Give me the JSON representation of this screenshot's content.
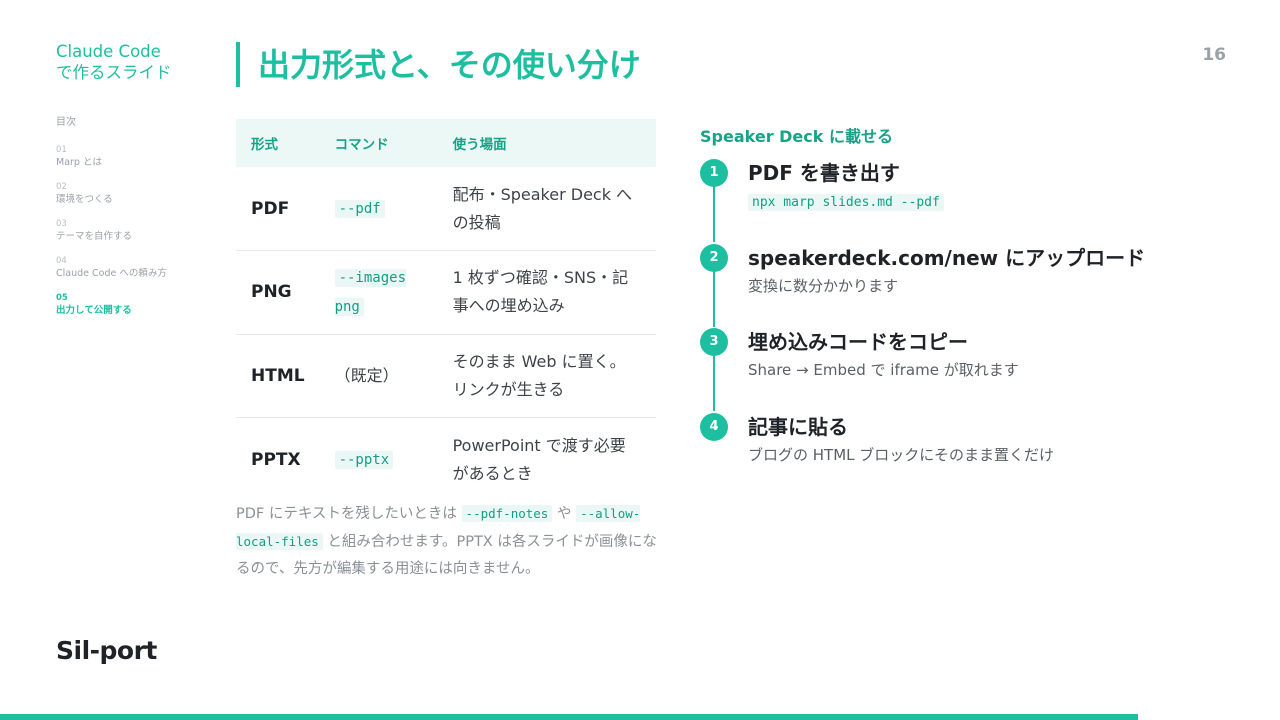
{
  "brand": {
    "line1": "Claude Code",
    "line2": "で作るスライド"
  },
  "toc": {
    "heading": "目次",
    "items": [
      {
        "num": "01",
        "label": "Marp とは",
        "active": false
      },
      {
        "num": "02",
        "label": "環境をつくる",
        "active": false
      },
      {
        "num": "03",
        "label": "テーマを自作する",
        "active": false
      },
      {
        "num": "04",
        "label": "Claude Code への頼み方",
        "active": false
      },
      {
        "num": "05",
        "label": "出力して公開する",
        "active": true
      }
    ]
  },
  "title": "出力形式と、その使い分け",
  "page_number": "16",
  "table": {
    "headers": [
      "形式",
      "コマンド",
      "使う場面"
    ],
    "rows": [
      {
        "format": "PDF",
        "command": "--pdf",
        "command_is_code": true,
        "use": "配布・Speaker Deck への投稿"
      },
      {
        "format": "PNG",
        "command": "--images png",
        "command_is_code": true,
        "use": "1 枚ずつ確認・SNS・記事への埋め込み"
      },
      {
        "format": "HTML",
        "command": "（既定）",
        "command_is_code": false,
        "use": "そのまま Web に置く。リンクが生きる"
      },
      {
        "format": "PPTX",
        "command": "--pptx",
        "command_is_code": true,
        "use": "PowerPoint で渡す必要があるとき"
      }
    ]
  },
  "note": {
    "part1": "PDF にテキストを残したいときは ",
    "code1": "--pdf-notes",
    "part2": " や ",
    "code2": "--allow-local-files",
    "part3": " と組み合わせます。PPTX は各スライドが画像になるので、先方が編集する用途には向きません。"
  },
  "steps_heading": "Speaker Deck に載せる",
  "steps": [
    {
      "num": "1",
      "title": "PDF を書き出す",
      "desc": "npx marp slides.md --pdf",
      "desc_is_code": true
    },
    {
      "num": "2",
      "title": "speakerdeck.com/new にアップロード",
      "desc": "変換に数分かかります",
      "desc_is_code": false
    },
    {
      "num": "3",
      "title": "埋め込みコードをコピー",
      "desc": "Share → Embed で iframe が取れます",
      "desc_is_code": false
    },
    {
      "num": "4",
      "title": "記事に貼る",
      "desc": "ブログの HTML ブロックにそのまま置くだけ",
      "desc_is_code": false
    }
  ],
  "footer": {
    "logo": "Sil-port"
  },
  "progress": {
    "fraction": 0.889
  },
  "colors": {
    "accent": "#1dbfa0",
    "accent_dark": "#16a387",
    "header_bg": "#ebf8f5",
    "code_bg": "#eaf7f4",
    "muted": "#9aa1a8"
  }
}
